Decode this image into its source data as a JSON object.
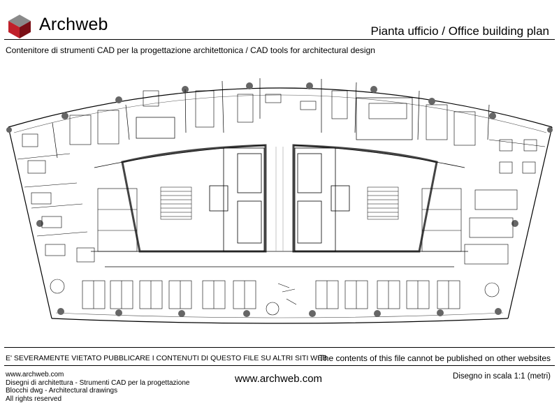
{
  "header": {
    "brand": "Archweb",
    "title": "Pianta ufficio  /  Office building plan",
    "subtitle": "Contenitore di strumenti CAD per la progettazione architettonica  /  CAD tools for architectural design",
    "logo_icon": "cube-logo-icon",
    "colors": {
      "logo_top": "#8a8a8a",
      "logo_left": "#c0202a",
      "logo_right": "#7a0f16"
    }
  },
  "plan": {
    "icon": "office-floor-plan-drawing"
  },
  "footer": {
    "warning_it": "E' SEVERAMENTE VIETATO PUBBLICARE I CONTENUTI DI QUESTO FILE SU ALTRI SITI WEB",
    "warning_en": "The contents of this file cannot be published on other websites",
    "left_lines": [
      "www.archweb.com",
      "Disegni di architettura - Strumenti CAD  per la progettazione",
      "Blocchi dwg - Architectural drawings",
      "All rights reserved"
    ],
    "center_url": "www.archweb.com",
    "scale": "Disegno in scala 1:1 (metri)"
  }
}
